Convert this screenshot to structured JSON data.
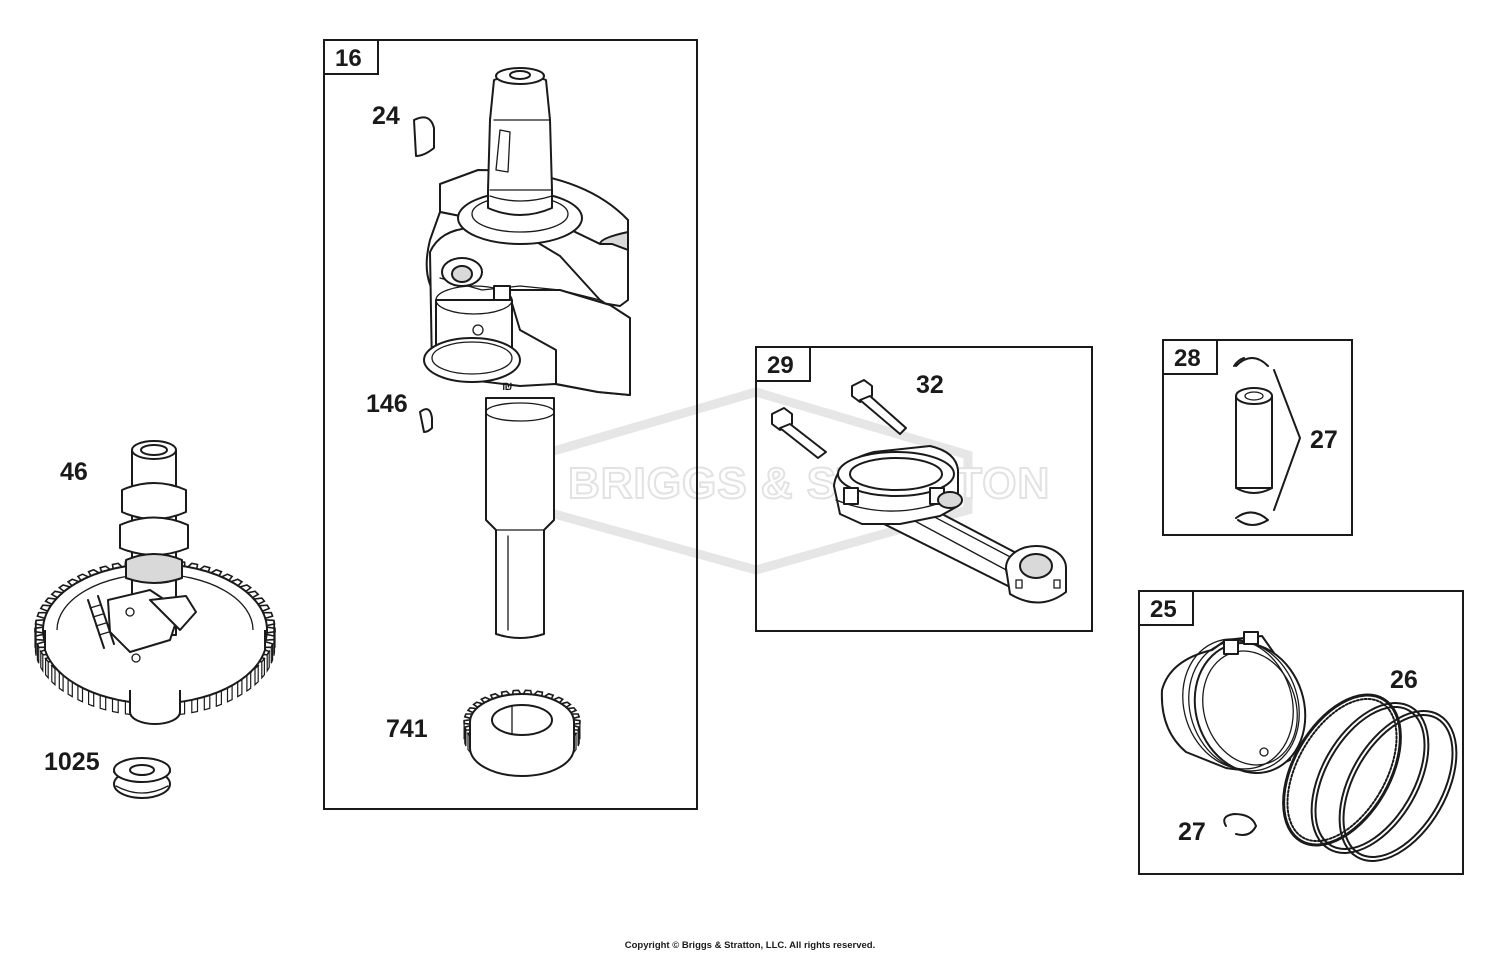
{
  "watermark": "BRIGGS & STRATTON",
  "copyright": "Copyright © Briggs & Stratton, LLC. All rights reserved.",
  "groups": {
    "crankshaft": "16",
    "connecting_rod": "29",
    "piston_pin": "28",
    "piston": "25"
  },
  "parts": {
    "crank_key_upper": "24",
    "crank_key_lower": "146",
    "crank_gear": "741",
    "rod_bolt": "32",
    "pin_retainer_top": "27",
    "ring_set": "26",
    "pin_retainer_bottom": "27",
    "camshaft": "46",
    "cam_washer": "1025"
  }
}
